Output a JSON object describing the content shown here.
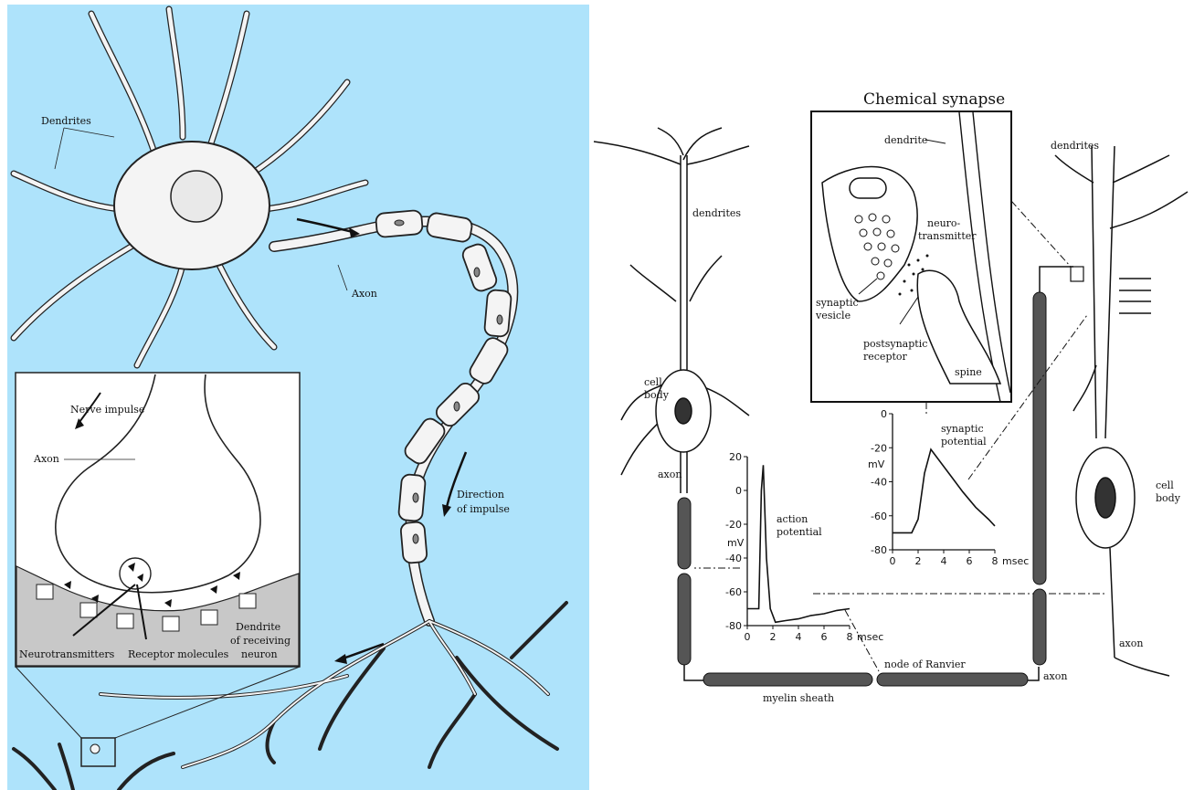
{
  "left_figure": {
    "background_color": "#aee3fb",
    "labels": {
      "dendrites": "Dendrites",
      "axon": "Axon",
      "direction_of_impulse_line1": "Direction",
      "direction_of_impulse_line2": "of impulse"
    },
    "inset": {
      "nerve_impulse": "Nerve impulse",
      "axon": "Axon",
      "neurotransmitters": "Neurotransmitters",
      "receptor_molecules": "Receptor molecules",
      "dendrite_line1": "Dendrite",
      "dendrite_line2": "of receiving",
      "dendrite_line3": "neuron"
    }
  },
  "right_figure": {
    "title": "Chemical synapse",
    "labels": {
      "dendrites_left": "dendrites",
      "cell_body_left_line1": "cell",
      "cell_body_left_line2": "body",
      "axon_left": "axon",
      "dendrites_right": "dendrites",
      "cell_body_right_line1": "cell",
      "cell_body_right_line2": "body",
      "axon_right": "axon",
      "axon_bottom": "axon",
      "node_of_ranvier": "node of Ranvier",
      "myelin_sheath": "myelin sheath"
    },
    "synapse_inset": {
      "dendrite": "dendrite",
      "neurotransmitter_line1": "neuro-",
      "neurotransmitter_line2": "transmitter",
      "synaptic_vesicle_line1": "synaptic",
      "synaptic_vesicle_line2": "vesicle",
      "postsynaptic_receptor_line1": "postsynaptic",
      "postsynaptic_receptor_line2": "receptor",
      "spine": "spine"
    }
  },
  "chart_data": [
    {
      "type": "line",
      "annotation_line1": "action",
      "annotation_line2": "potential",
      "ylabel": "mV",
      "xlabel_unit": "msec",
      "x_ticks": [
        "0",
        "2",
        "4",
        "6",
        "8"
      ],
      "y_ticks": [
        "20",
        "0",
        "-20",
        "-40",
        "-60",
        "-80"
      ],
      "xlim": [
        0,
        8
      ],
      "ylim": [
        -80,
        20
      ],
      "x": [
        0,
        0.9,
        1.1,
        1.25,
        1.5,
        1.8,
        2.2,
        3.0,
        4.0,
        5.0,
        6.0,
        7.0,
        8.0
      ],
      "y": [
        -70,
        -70,
        0,
        15,
        -40,
        -70,
        -78,
        -77,
        -76,
        -74,
        -73,
        -71,
        -70
      ]
    },
    {
      "type": "line",
      "annotation_line1": "synaptic",
      "annotation_line2": "potential",
      "ylabel": "mV",
      "xlabel_unit": "msec",
      "x_ticks": [
        "0",
        "2",
        "4",
        "6",
        "8"
      ],
      "y_ticks": [
        "0",
        "-20",
        "-40",
        "-60",
        "-80"
      ],
      "xlim": [
        0,
        8
      ],
      "ylim": [
        -80,
        0
      ],
      "x": [
        0,
        1.5,
        2.0,
        2.5,
        3.0,
        3.5,
        4.5,
        5.5,
        6.5,
        7.5,
        8.0
      ],
      "y": [
        -70,
        -70,
        -62,
        -35,
        -21,
        -26,
        -36,
        -46,
        -55,
        -62,
        -66
      ]
    }
  ]
}
